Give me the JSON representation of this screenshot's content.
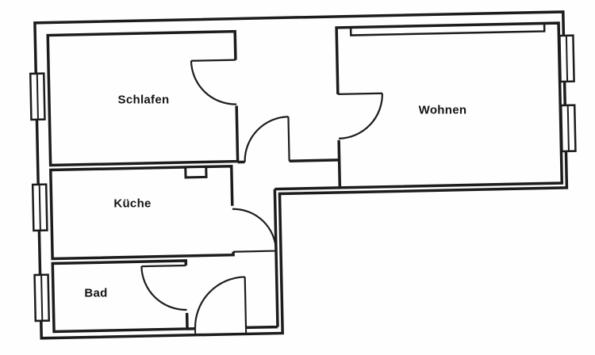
{
  "floorplan": {
    "rooms": [
      {
        "id": "schlafen",
        "label": "Schlafen"
      },
      {
        "id": "wohnen",
        "label": "Wohnen"
      },
      {
        "id": "kueche",
        "label": "Küche"
      },
      {
        "id": "bad",
        "label": "Bad"
      }
    ],
    "elements": {
      "doors": [
        "schlafen-door",
        "hall-door",
        "wohnen-door",
        "kueche-door",
        "bad-door",
        "entry-door"
      ],
      "windows": [
        "schlafen-window-left",
        "kueche-window-left",
        "bad-window-left",
        "wohnen-window-right-top",
        "wohnen-window-right-bottom"
      ]
    },
    "colors": {
      "wall": "#1c1c1c",
      "background": "#fefefe"
    }
  }
}
